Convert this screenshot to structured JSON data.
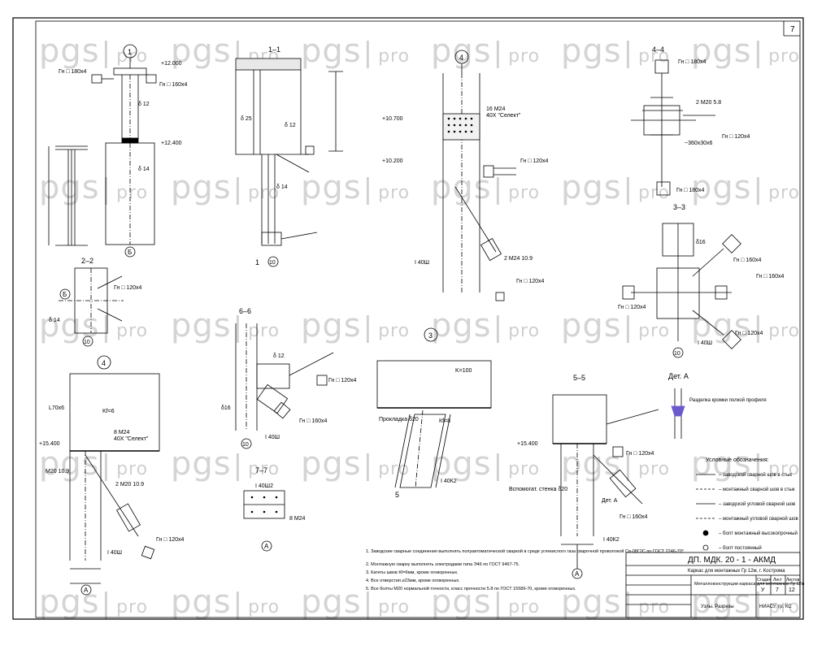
{
  "sheet": {
    "page_number": "7",
    "watermark_main": "pgs",
    "watermark_suffix": "pro"
  },
  "views": {
    "v1_marker": "1",
    "v_1_1": "1–1",
    "v_4_4": "4–4",
    "v_2_2": "2–2",
    "v_3_3": "3–3",
    "v_6_6": "6–6",
    "v_7_7": "7–7",
    "v_5_5": "5–5",
    "dett_a": "Дет. А",
    "circle_1": "1",
    "circle_4": "4",
    "circle_B": "Б",
    "circle_A": "А",
    "circle_10": "10"
  },
  "labels": {
    "gn180x4": "Гн □ 180х4",
    "gn160x4": "Гн □ 160х4",
    "gn120x4": "Гн □ 120х4",
    "lv_12000": "+12.000",
    "lv_12400": "+12.400",
    "lv_10700": "+10.700",
    "lv_10200": "+10.200",
    "lv_15400": "+15.400",
    "lv_15400b": "+15.400",
    "d12": "δ 12",
    "d14": "δ 14",
    "d25": "δ 25",
    "d16": "δ16",
    "d20": "δ20",
    "i40sh": "I 40Ш",
    "i40sh2": "I 40Ш2",
    "i40k2": "I 40К2",
    "i40k2b": "I 40К2",
    "bolt_m24": "16 М24",
    "bolt_40x": "40Х \"Селект\"",
    "bolt_m24_2": "2 М24 10.9",
    "bolt_m20": "2 М20 5.8",
    "bolt_m20_109": "2 М20 10.9",
    "bolt_m20_single": "М20 10.9",
    "bolt_8m24": "8 М24",
    "bolt_40x_b": "40Х \"Селект\"",
    "dim_360x30": "~360х30х6",
    "kv100": "K=100",
    "l70x6": "L70х6",
    "kf6": "Kf=6",
    "prok_820": "Прокладка δ20",
    "kf8": "Кf=8",
    "vsch": "Вспомогат. стенка δ20",
    "razdelka": "Разделка кромки полкой профиля",
    "legend_title": "Условные обозначения:",
    "legend_1": "– заводской сварной шов в стык",
    "legend_2": "– монтажный сварной шов в стык",
    "legend_3": "– заводской угловой сварной шов",
    "legend_4": "– монтажный угловой сварной шов",
    "legend_5": "– болт монтажный высокопрочный",
    "legend_6": "– болт постоянный"
  },
  "notes": [
    "1. Заводские сварные соединения выполнять полуавтоматической сваркой в среде углекислого газа сварочной проволокой Св-08Г2С по ГОСТ 2246-70*.",
    "2. Монтажную сварку выполнять электродами типа Э46 по ГОСТ 9467-75.",
    "3. Катеты швов Kf=6мм, кроме оговоренных.",
    "4. Все отверстия ⌀23мм, кроме оговоренных.",
    "5. Все болты М20 нормальной точности, класс прочности 5.8 по ГОСТ 15589-70, кроме оговоренных."
  ],
  "title_block": {
    "code": "ДП. МДК. 20 - 1 - АКМД",
    "project": "Каркас для монтажных Гр 12м, г. Кострома",
    "sheet_title": "Металлоконструкции каркаса для монтажных Гр 12м",
    "stage": "У",
    "sheet": "7",
    "sheets": "12",
    "dept": "Узлы. Разрезы",
    "org": "НИАСУ, гр. КС",
    "col_stage": "Стадия",
    "col_sheet": "Лист",
    "col_sheets": "Листов"
  }
}
